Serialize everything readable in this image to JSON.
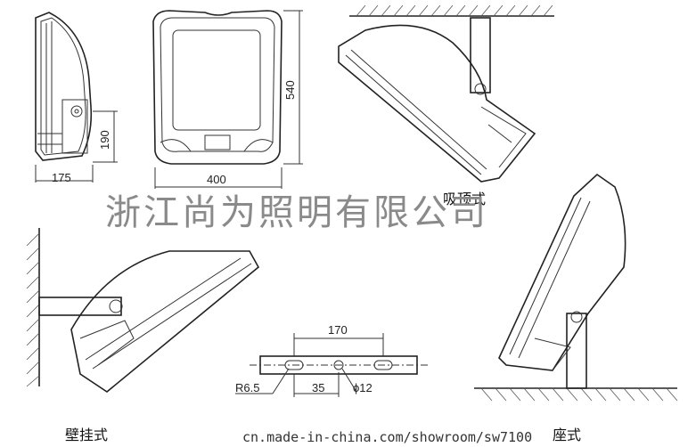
{
  "views": {
    "side": {
      "dim_width": "175",
      "dim_height": "190"
    },
    "front": {
      "dim_width": "400",
      "dim_height": "540"
    },
    "bracket": {
      "dim_span": "170",
      "dim_radius": "R6.5",
      "dim_offset": "35",
      "dim_hole": "ϕ12"
    }
  },
  "mounting_labels": {
    "ceiling": "吸顶式",
    "wall": "壁挂式",
    "floor": "座式"
  },
  "watermark": {
    "company": "浙江尚为照明有限公司",
    "url": "cn.made-in-china.com/showroom/sw7100"
  }
}
